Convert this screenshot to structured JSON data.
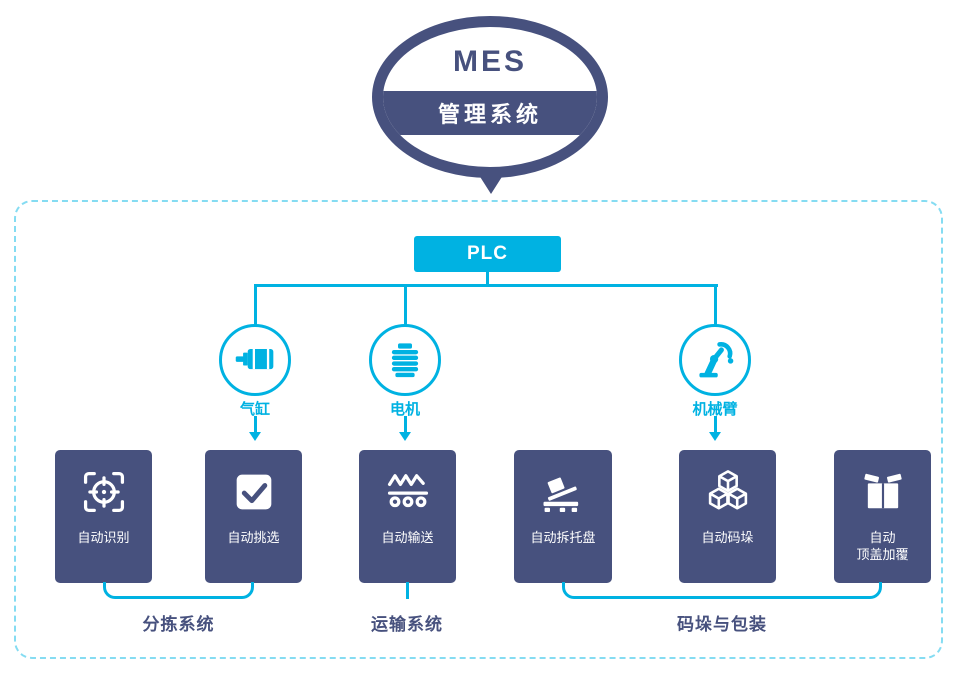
{
  "mes": {
    "title": "MES",
    "subtitle": "管理系统"
  },
  "plc": {
    "label": "PLC"
  },
  "devices": [
    {
      "label": "气缸",
      "icon": "pneumatic-cylinder-icon"
    },
    {
      "label": "电机",
      "icon": "motor-icon"
    },
    {
      "label": "机械臂",
      "icon": "robot-arm-icon"
    }
  ],
  "stations": [
    {
      "label": "自动识别",
      "icon": "scan-target-icon"
    },
    {
      "label": "自动挑选",
      "icon": "checkmark-icon"
    },
    {
      "label": "自动输送",
      "icon": "conveyor-icon"
    },
    {
      "label": "自动拆托盘",
      "icon": "depalletizer-icon"
    },
    {
      "label": "自动码垛",
      "icon": "stacked-cubes-icon"
    },
    {
      "label": "自动\n顶盖加覆",
      "icon": "carton-box-icon"
    }
  ],
  "groups": [
    {
      "label": "分拣系统"
    },
    {
      "label": "运输系统"
    },
    {
      "label": "码垛与包装"
    }
  ],
  "colors": {
    "navy": "#47517e",
    "cyan": "#00b2e2",
    "dashed": "#85dcf2",
    "white": "#ffffff"
  }
}
